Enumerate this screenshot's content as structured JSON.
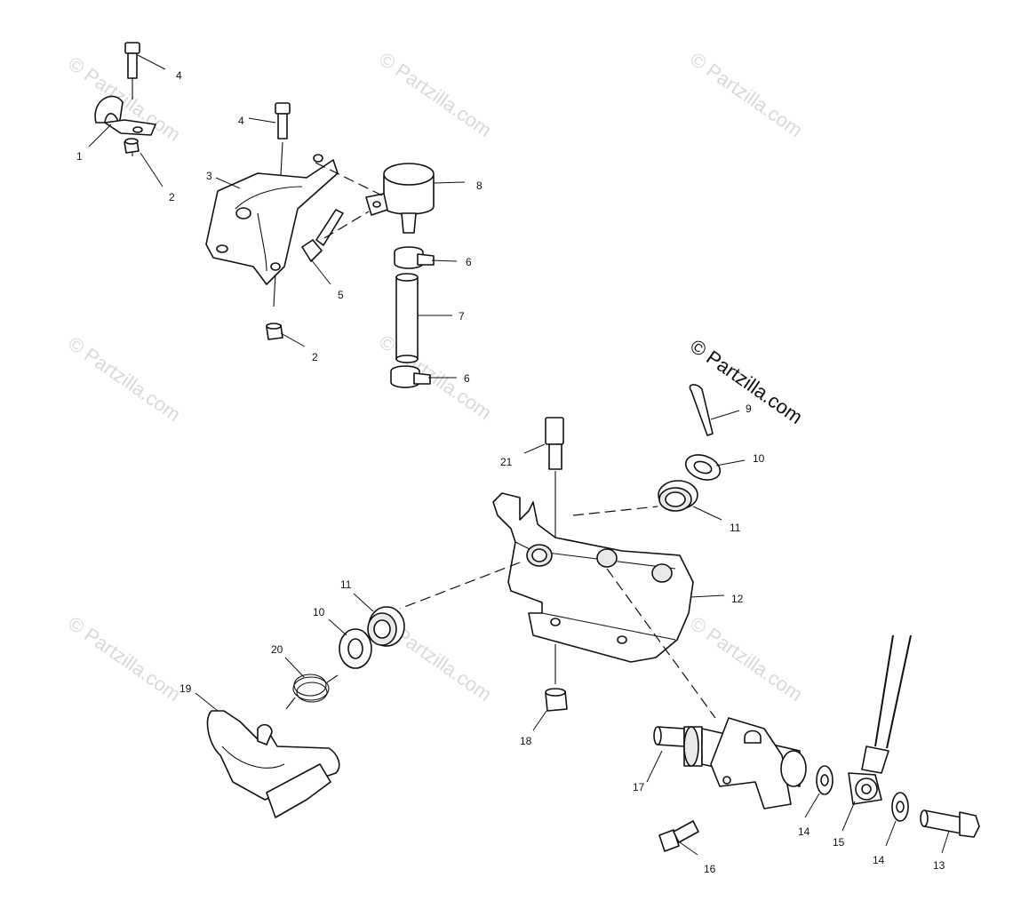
{
  "watermark": {
    "main": "© Partzilla.com",
    "faint": "© Partzilla.com"
  },
  "callouts": {
    "c1": "1",
    "c2a": "2",
    "c2b": "2",
    "c3": "3",
    "c4a": "4",
    "c4b": "4",
    "c5": "5",
    "c6a": "6",
    "c6b": "6",
    "c7": "7",
    "c8": "8",
    "c9": "9",
    "c10a": "10",
    "c10b": "10",
    "c11a": "11",
    "c11b": "11",
    "c12": "12",
    "c13": "13",
    "c14a": "14",
    "c14b": "14",
    "c15": "15",
    "c16": "16",
    "c17": "17",
    "c18": "18",
    "c19": "19",
    "c20": "20",
    "c21": "21"
  }
}
